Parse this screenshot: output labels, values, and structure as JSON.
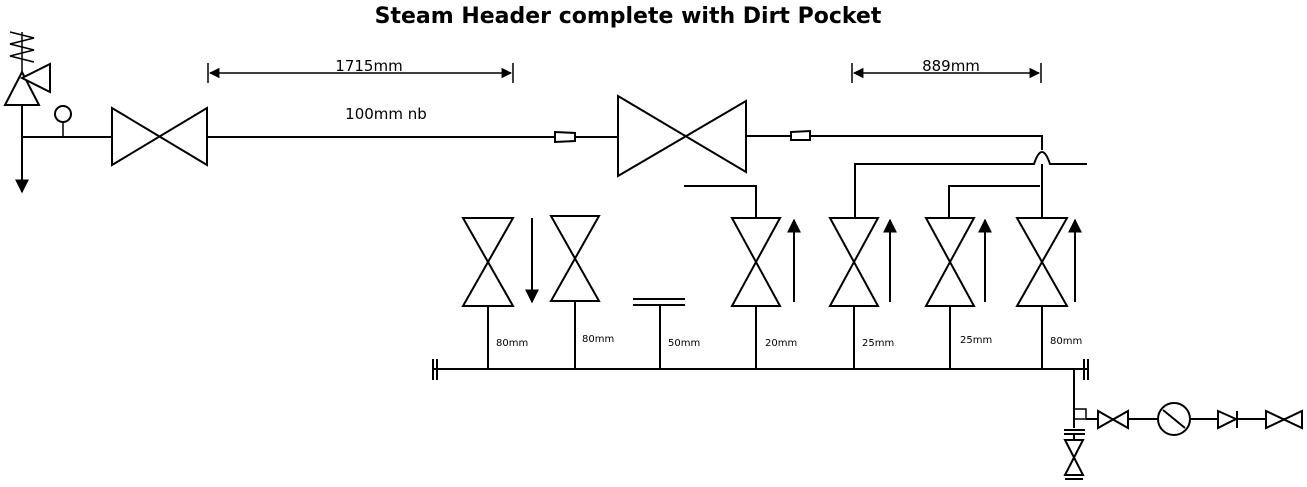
{
  "title": "Steam Header complete with Dirt Pocket",
  "dimensions": {
    "left_length": "1715mm",
    "right_length": "889mm",
    "pipe_size": "100mm nb"
  },
  "branches": [
    {
      "size": "80mm",
      "flow": "out"
    },
    {
      "size": "80mm",
      "flow": "none"
    },
    {
      "size": "50mm",
      "flow": "blank"
    },
    {
      "size": "20mm",
      "flow": "in"
    },
    {
      "size": "25mm",
      "flow": "in"
    },
    {
      "size": "25mm",
      "flow": "in"
    },
    {
      "size": "80mm",
      "flow": "in"
    }
  ]
}
